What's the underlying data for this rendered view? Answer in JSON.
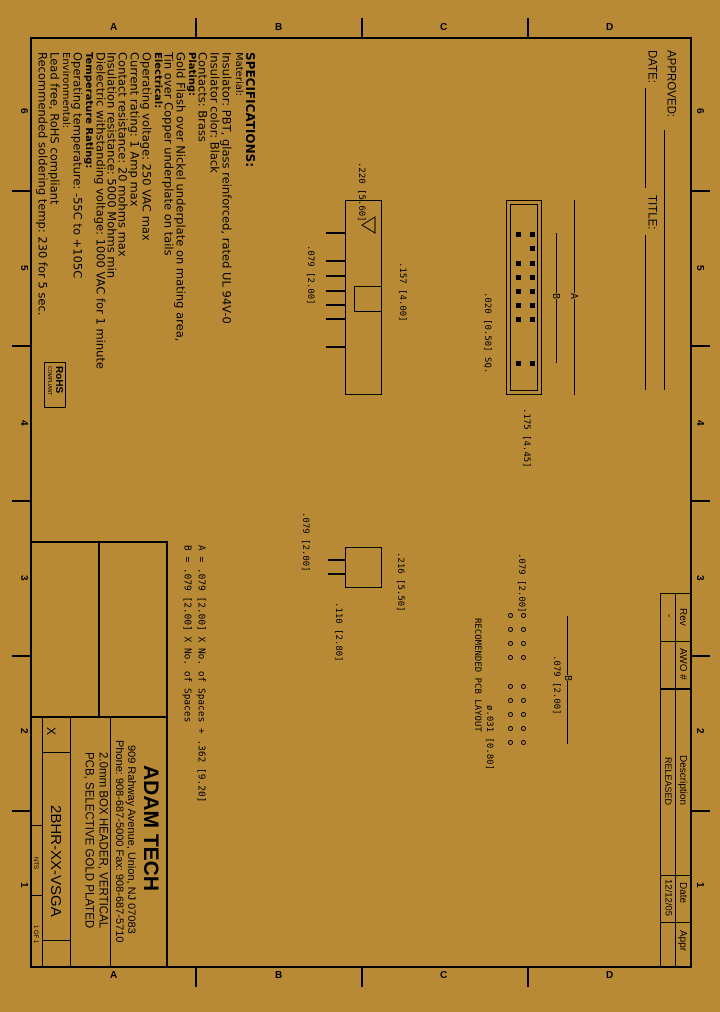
{
  "zones": {
    "columns": [
      "A",
      "B",
      "C",
      "D"
    ],
    "rows": [
      "6",
      "5",
      "4",
      "3",
      "2",
      "1"
    ]
  },
  "approval": {
    "approved_label": "APPROVED:",
    "date_label": "DATE:",
    "title_label": "TITLE:"
  },
  "specifications": {
    "heading": "SPECIFICATIONS:",
    "lines": [
      {
        "text": "Material:",
        "bold": false
      },
      {
        "text": "Insulator: PBT, glass reinforced, rated UL 94V-0",
        "bold": false
      },
      {
        "text": "Insulator color: Black",
        "bold": false
      },
      {
        "text": "Contacts: Brass",
        "bold": false
      },
      {
        "text": "Plating:",
        "bold": true
      },
      {
        "text": "Gold Flash over Nickel underplate on mating area,",
        "bold": false
      },
      {
        "text": "Tin over Copper underplate on tails",
        "bold": false
      },
      {
        "text": "Electrical:",
        "bold": true
      },
      {
        "text": "Operating voltage: 250 VAC max",
        "bold": false
      },
      {
        "text": "Current rating: 1 Amp max",
        "bold": false
      },
      {
        "text": "Contact resistance: 20 mohms max",
        "bold": false
      },
      {
        "text": "Insulation resistance: 5000 Mohms min",
        "bold": false
      },
      {
        "text": "Dielectric withstanding voltage: 1000 VAC for 1 minute",
        "bold": false
      },
      {
        "text": "Temperature Rating:",
        "bold": true
      },
      {
        "text": "Operating temperature: -55C to +105C",
        "bold": false
      },
      {
        "text": "Environmental:",
        "bold": false
      },
      {
        "text": "Lead free, RoHS compliant",
        "bold": false
      },
      {
        "text": "Recommended soldering temp: 230 for 5 sec.",
        "bold": false
      }
    ]
  },
  "rohs_badge": {
    "title": "RoHS",
    "subtitle": "COMPLIANT"
  },
  "dimensions": {
    "side_width": ".220\n[5.60]",
    "side_pitch": ".079 [2.00]",
    "side_post": ".157\n[4.00]",
    "front_pin_sq": ".020 [0.50] SQ.",
    "front_a": "A",
    "front_b": "B",
    "front_bottom": ".175 [4.45]",
    "end_pitch": ".079\n[2.00]",
    "end_height": ".216\n[5.50]",
    "end_tail": ".110 [2.80]",
    "pcb_pitch_top": ".079\n[2.00]",
    "pcb_pitch_row": ".079 [2.00]",
    "pcb_b": "B",
    "pcb_hole": "ø.031 [0.80]",
    "pcb_label": "RECOMENDED PCB LAYOUT"
  },
  "formulas": {
    "a": "A = .079 [2.00] X No. of Spaces + .362 [9.20]",
    "b": "B = .079 [2.00] X No. of Spaces"
  },
  "revision_table": {
    "headers": [
      "Rev",
      "AWO #",
      "Description",
      "Date",
      "Appr"
    ],
    "row": [
      "-",
      "",
      "RELEASED",
      "12/12/05",
      ""
    ]
  },
  "title_block": {
    "company": "ADAM TECH",
    "address": "909 Rahway Avenue, Union, NJ 07083",
    "phone": "Phone: 908-687-5000 Fax: 908-687-5710",
    "description_1": "2.0mm BOX HEADER, VERTICAL",
    "description_2": "PCB, SELECTIVE GOLD PLATED",
    "part_number": "2BHR-XX-VSGA",
    "size": "X",
    "scale": "NTS",
    "sheet": "1 OF 1"
  }
}
